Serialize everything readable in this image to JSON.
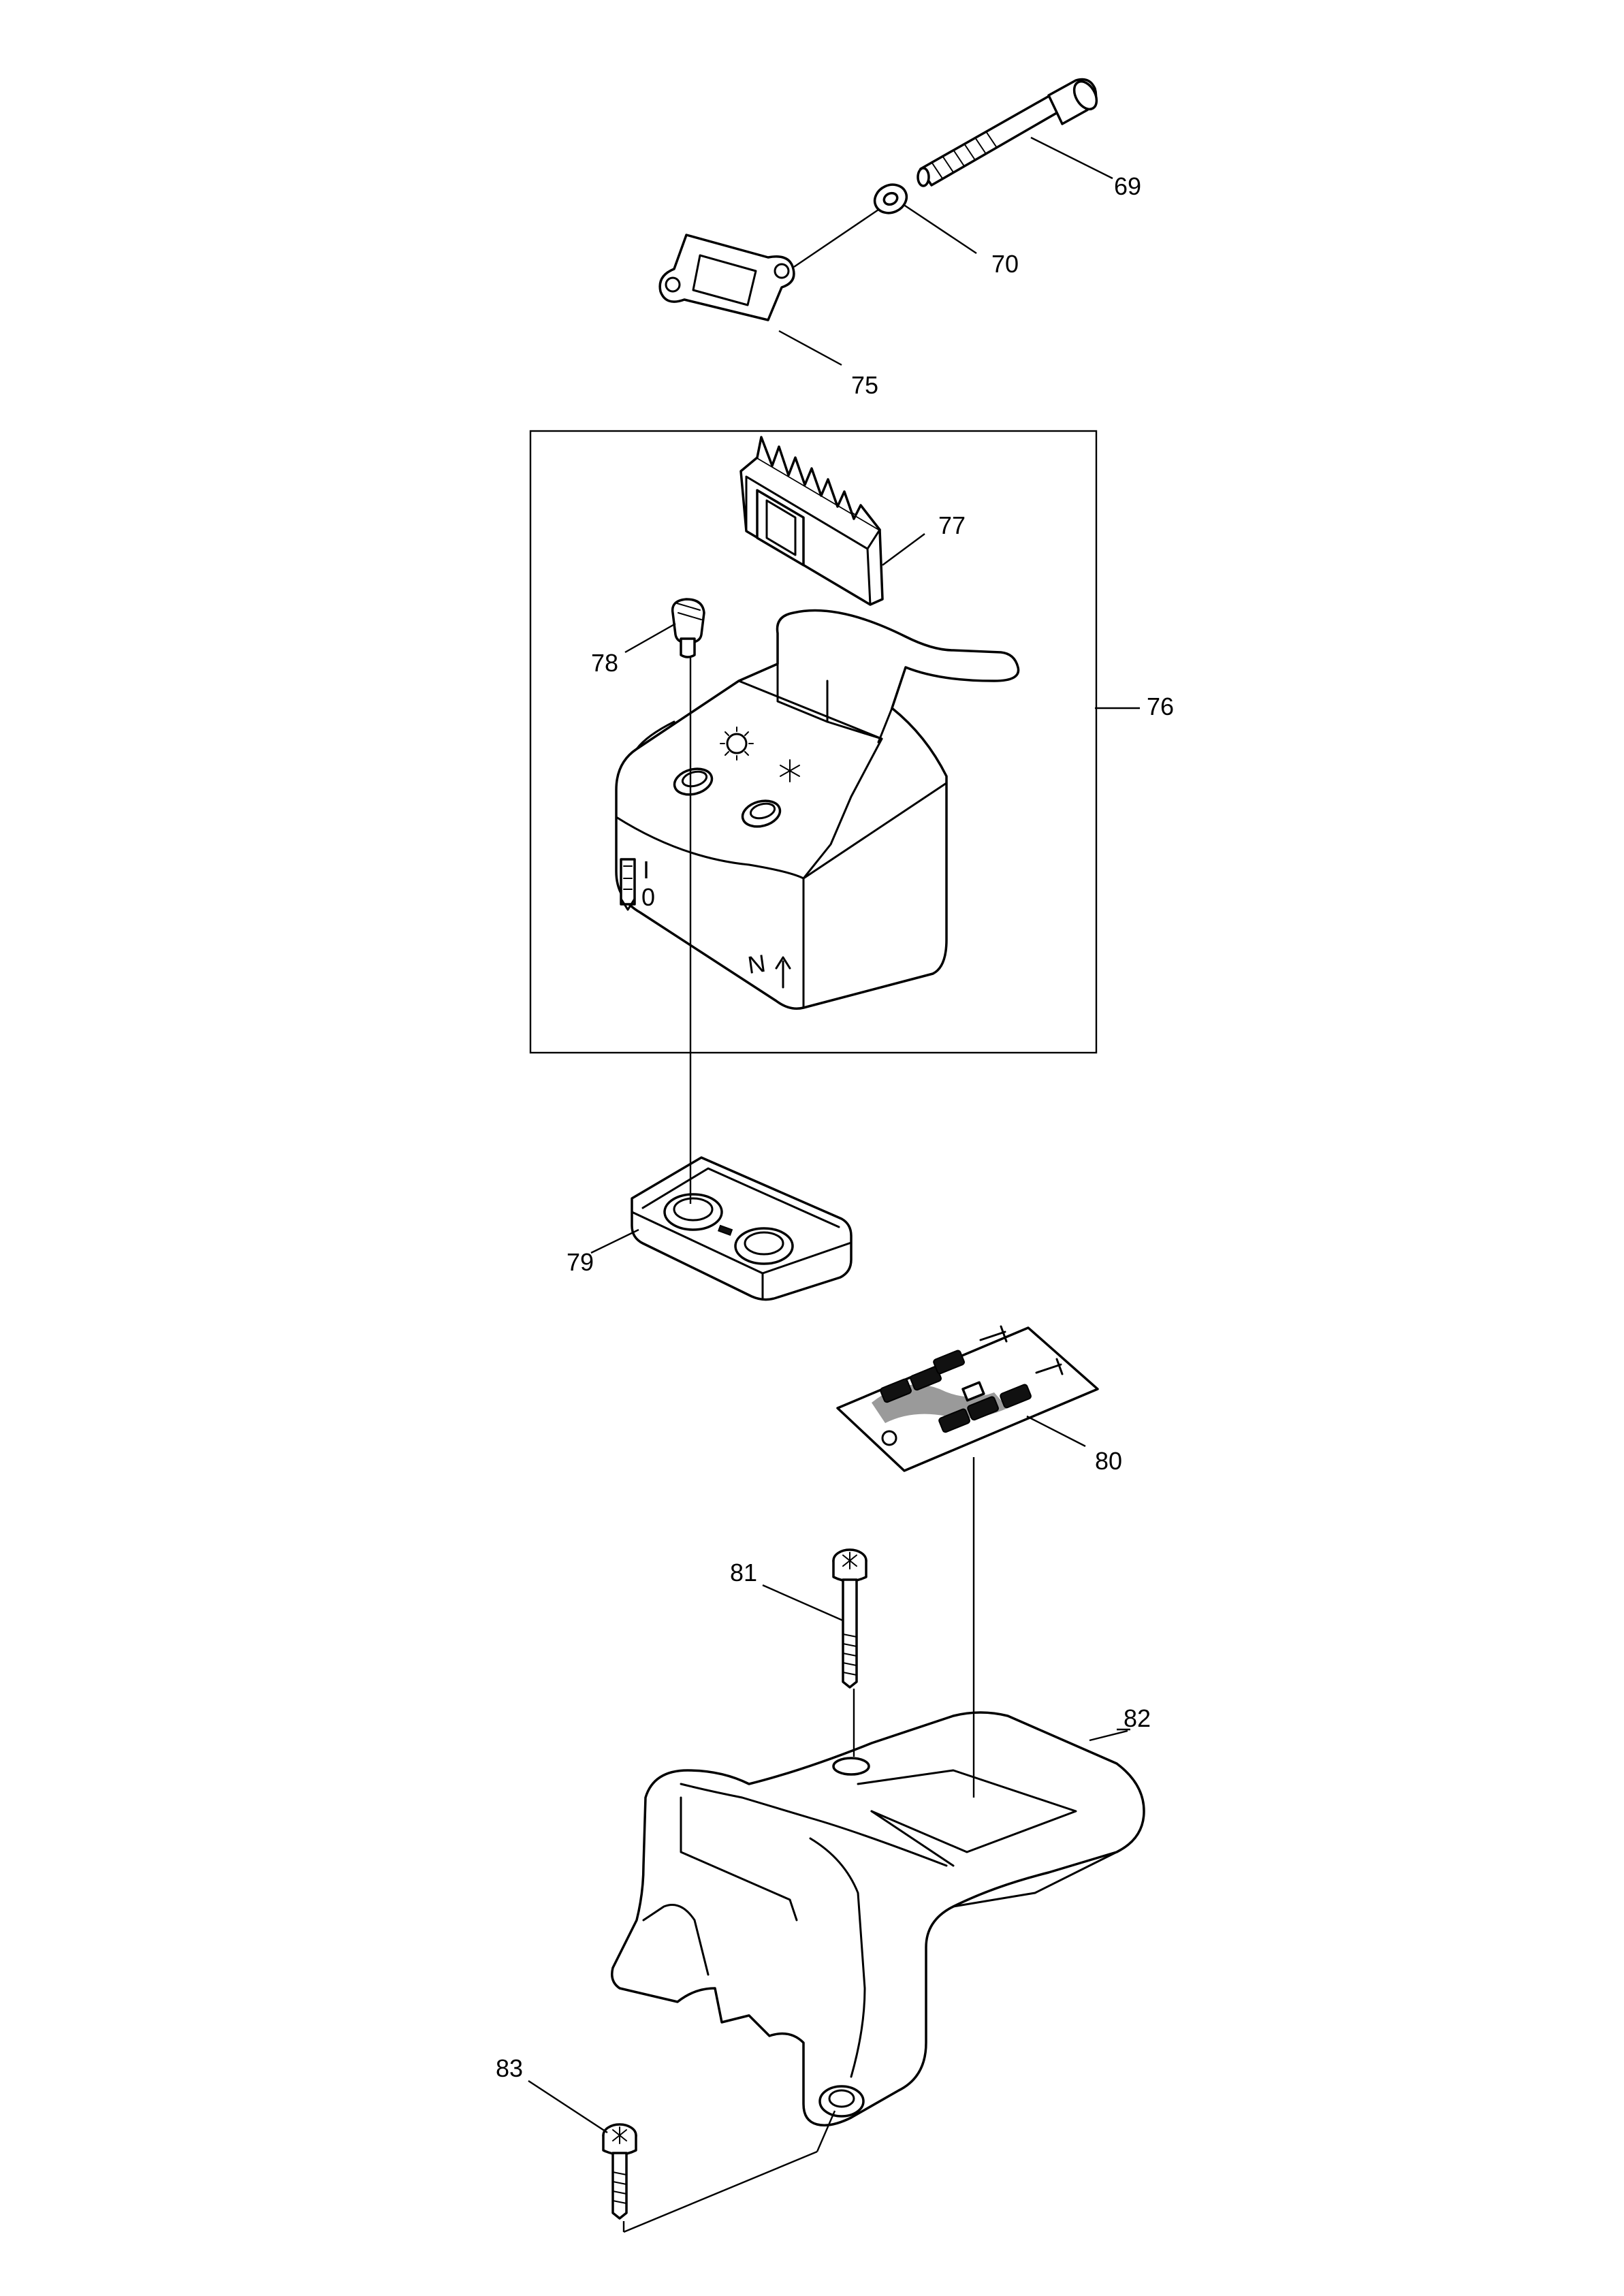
{
  "diagram": {
    "parts": [
      {
        "id": "p69",
        "label": "69"
      },
      {
        "id": "p70",
        "label": "70"
      },
      {
        "id": "p75",
        "label": "75"
      },
      {
        "id": "p76",
        "label": "76"
      },
      {
        "id": "p77",
        "label": "77"
      },
      {
        "id": "p78",
        "label": "78"
      },
      {
        "id": "p79",
        "label": "79"
      },
      {
        "id": "p80",
        "label": "80"
      },
      {
        "id": "p81",
        "label": "81"
      },
      {
        "id": "p82",
        "label": "82"
      },
      {
        "id": "p83",
        "label": "83"
      }
    ],
    "cover_markings": {
      "switch_on": "I",
      "switch_off": "0",
      "adjust_mark": "N"
    },
    "colors": {
      "line": "#000000",
      "background": "#ffffff",
      "decal_shading": "#9a9a9a"
    }
  }
}
